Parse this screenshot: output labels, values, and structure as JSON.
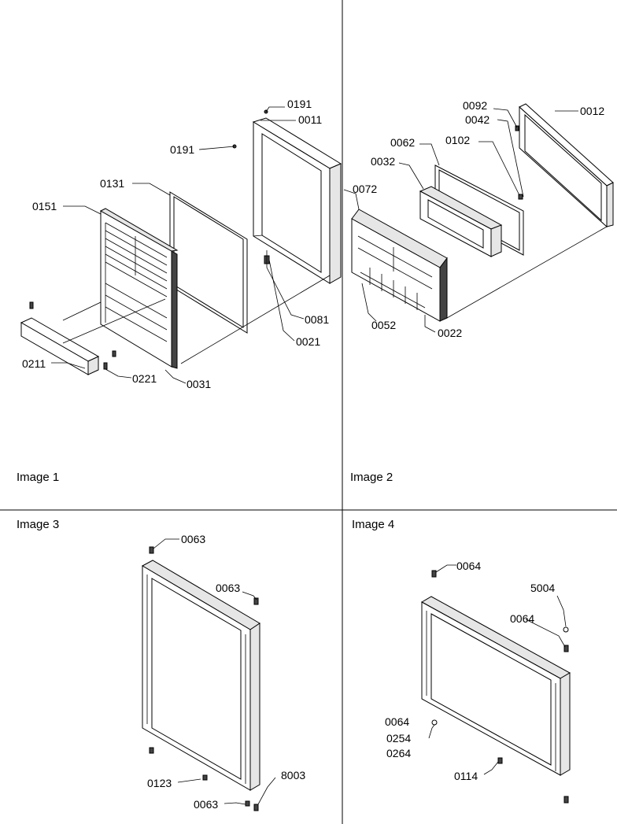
{
  "panels": [
    {
      "title": "Image 1"
    },
    {
      "title": "Image 2"
    },
    {
      "title": "Image 3"
    },
    {
      "title": "Image 4"
    }
  ],
  "callouts": {
    "p1": [
      "0191",
      "0011",
      "0191",
      "0131",
      "0151",
      "0081",
      "0021",
      "0211",
      "0221",
      "0031"
    ],
    "p2": [
      "0092",
      "0012",
      "0042",
      "0062",
      "0102",
      "0032",
      "0072",
      "0052",
      "0022"
    ],
    "p3": [
      "0063",
      "0063",
      "0123",
      "8003",
      "0063"
    ],
    "p4": [
      "0064",
      "5004",
      "0064",
      "0064",
      "0254",
      "0264",
      "0114"
    ]
  },
  "colors": {
    "line": "#000000",
    "background": "#ffffff",
    "panel_fill": "#e6e6e6"
  }
}
